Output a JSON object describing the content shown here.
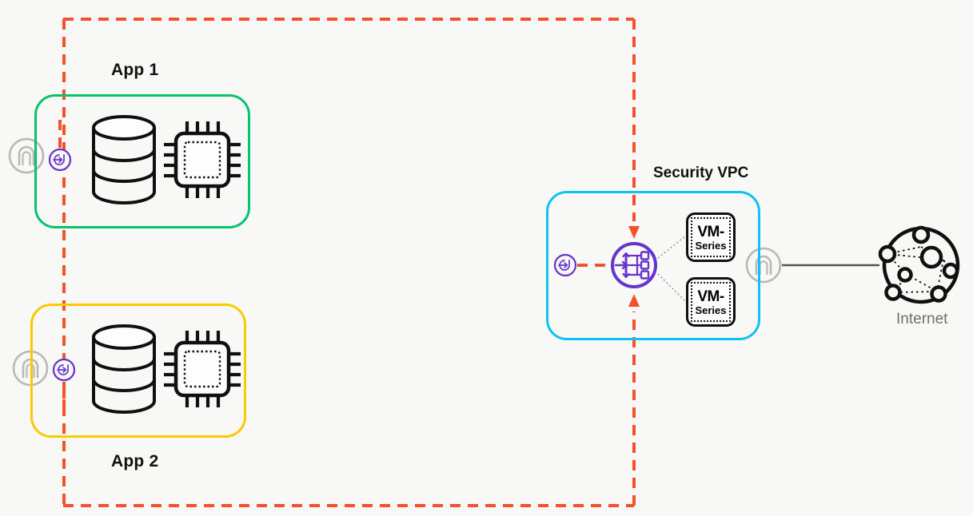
{
  "diagram": {
    "title_visible": false,
    "background": "#f8f8f7"
  },
  "colors": {
    "app1_border": "#05c46b",
    "app2_border": "#ffc800",
    "security_vpc_border": "#0ec3f0",
    "flow_dashed": "#f4512c",
    "endpoint_purple": "#6633cc",
    "gateway_gray": "#b5b5b5",
    "link_gray": "#555555",
    "icon_black": "#101010",
    "label_black": "#111111",
    "internet_label_gray": "#6f6f6f"
  },
  "groups": [
    {
      "id": "app1",
      "label": "App 1",
      "label_position": "top",
      "border_color": "#05c46b",
      "resources": [
        "database-icon",
        "chip-icon"
      ],
      "gateway": "internet-gateway-icon",
      "endpoint": "vpc-endpoint-icon"
    },
    {
      "id": "app2",
      "label": "App 2",
      "label_position": "bottom",
      "border_color": "#ffc800",
      "resources": [
        "database-icon",
        "chip-icon"
      ],
      "gateway": "internet-gateway-icon",
      "endpoint": "vpc-endpoint-icon"
    }
  ],
  "security_vpc": {
    "label": "Security VPC",
    "border_color": "#0ec3f0",
    "hub": "transit-gateway-icon",
    "endpoint": "vpc-endpoint-icon",
    "gateway": "internet-gateway-icon",
    "firewalls": [
      {
        "line1": "VM-",
        "line2": "Series"
      },
      {
        "line1": "VM-",
        "line2": "Series"
      }
    ]
  },
  "internet": {
    "label": "Internet",
    "icon": "internet-cloud-icon"
  },
  "flows": {
    "style": "dashed",
    "color": "#f4512c",
    "description": "traffic path from App 1 and App 2 into the Security VPC transit hub",
    "arrows": [
      "down-into-hub",
      "up-into-hub"
    ]
  },
  "links": {
    "firewall_link_style": "dotted",
    "internet_link_style": "solid"
  }
}
